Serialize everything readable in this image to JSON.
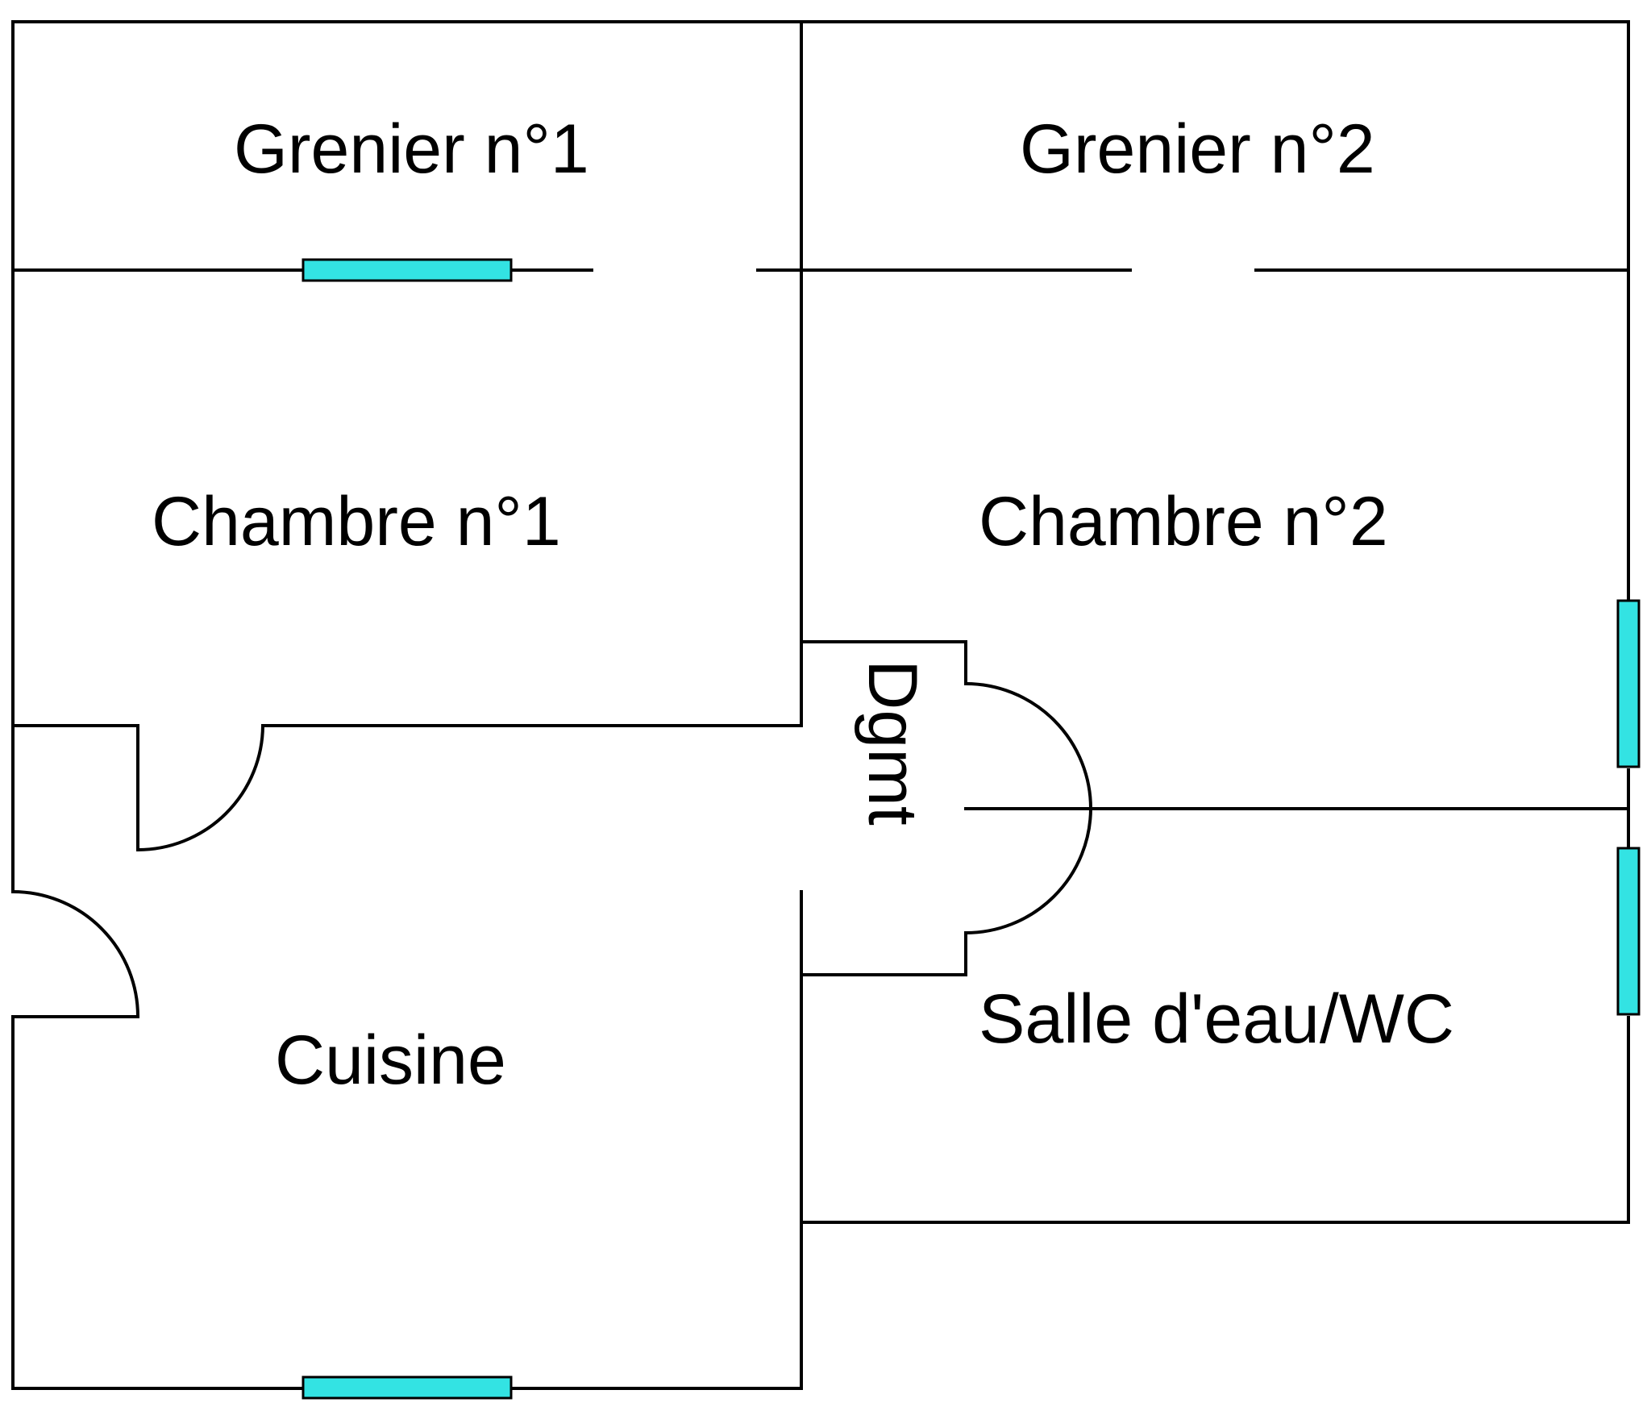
{
  "rooms": {
    "grenier1": "Grenier n°1",
    "grenier2": "Grenier n°2",
    "chambre1": "Chambre n°1",
    "chambre2": "Chambre n°2",
    "cuisine": "Cuisine",
    "dgmt": "Dgmt",
    "salle_eau": "Salle d'eau/WC"
  },
  "colors": {
    "window_fill": "#33e3e3",
    "wall": "#000000",
    "background": "#ffffff"
  }
}
